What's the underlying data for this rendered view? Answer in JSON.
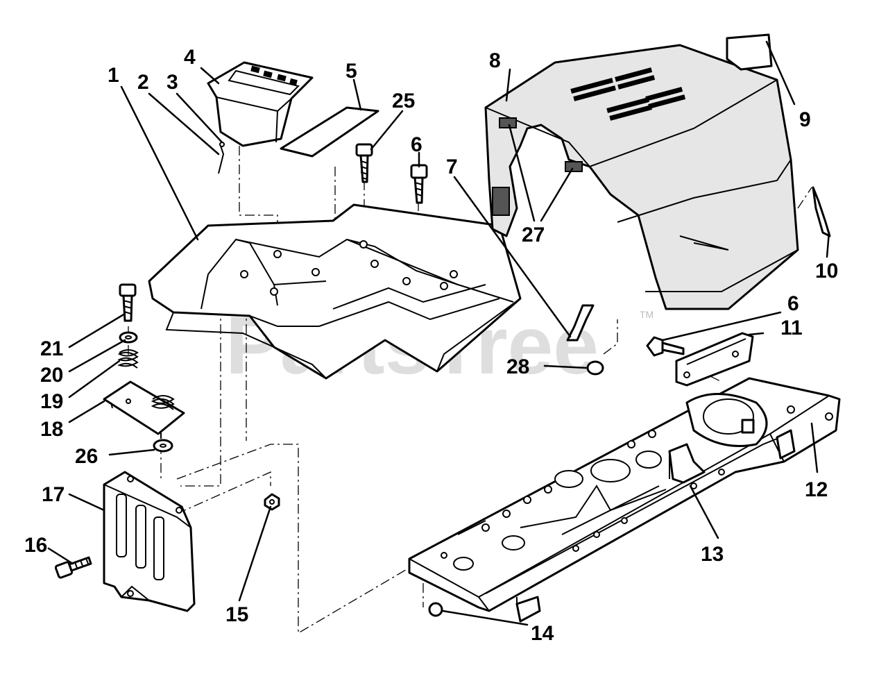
{
  "watermark": {
    "text": "PartsTree",
    "trademark": "TM"
  },
  "callouts": [
    {
      "id": "c1",
      "label": "1"
    },
    {
      "id": "c2",
      "label": "2"
    },
    {
      "id": "c3",
      "label": "3"
    },
    {
      "id": "c4",
      "label": "4"
    },
    {
      "id": "c5",
      "label": "5"
    },
    {
      "id": "c25",
      "label": "25"
    },
    {
      "id": "c6a",
      "label": "6"
    },
    {
      "id": "c7",
      "label": "7"
    },
    {
      "id": "c8",
      "label": "8"
    },
    {
      "id": "c9",
      "label": "9"
    },
    {
      "id": "c27",
      "label": "27"
    },
    {
      "id": "c10",
      "label": "10"
    },
    {
      "id": "c6b",
      "label": "6"
    },
    {
      "id": "c11",
      "label": "11"
    },
    {
      "id": "c28",
      "label": "28"
    },
    {
      "id": "c21",
      "label": "21"
    },
    {
      "id": "c20",
      "label": "20"
    },
    {
      "id": "c19",
      "label": "19"
    },
    {
      "id": "c18",
      "label": "18"
    },
    {
      "id": "c26",
      "label": "26"
    },
    {
      "id": "c17",
      "label": "17"
    },
    {
      "id": "c16",
      "label": "16"
    },
    {
      "id": "c15",
      "label": "15"
    },
    {
      "id": "c12",
      "label": "12"
    },
    {
      "id": "c13",
      "label": "13"
    },
    {
      "id": "c14",
      "label": "14"
    }
  ]
}
